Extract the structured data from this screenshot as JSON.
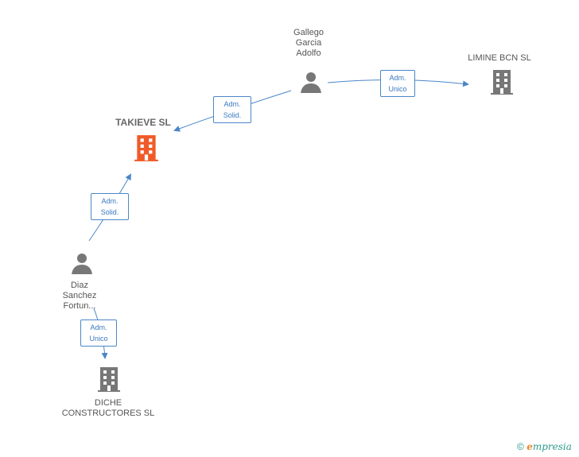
{
  "nodes": {
    "gallego": {
      "label": "Gallego\nGarcia\nAdolfo",
      "icon": "person-icon"
    },
    "limine": {
      "label": "LIMINE BCN SL",
      "icon": "building-icon"
    },
    "takieve": {
      "label": "TAKIEVE SL",
      "icon": "building-icon-highlight"
    },
    "diaz": {
      "label": "Diaz\nSanchez\nFortun...",
      "icon": "person-icon"
    },
    "diche": {
      "label": "DICHE\nCONSTRUCTORES SL",
      "icon": "building-icon"
    }
  },
  "edges": {
    "e1": {
      "label": "Adm.\nUnico"
    },
    "e2": {
      "label": "Adm.\nSolid."
    },
    "e3": {
      "label": "Adm.\nSolid."
    },
    "e4": {
      "label": "Adm.\nUnico"
    }
  },
  "footer": {
    "copyright": "©",
    "brand_first": "e",
    "brand_rest": "mpresia"
  },
  "colors": {
    "edge": "#4a86c8",
    "node_gray": "#777777",
    "highlight": "#f05a28"
  }
}
